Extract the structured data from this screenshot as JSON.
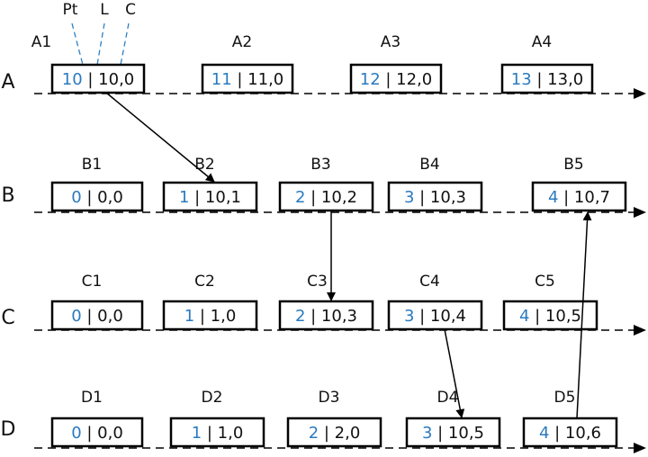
{
  "header": {
    "pt": "Pt",
    "l": "L",
    "c": "C"
  },
  "rows": [
    {
      "label": "A",
      "events": [
        {
          "name": "A1",
          "pt": "10",
          "lc": " | 10,0"
        },
        {
          "name": "A2",
          "pt": "11",
          "lc": " | 11,0"
        },
        {
          "name": "A3",
          "pt": "12",
          "lc": " | 12,0"
        },
        {
          "name": "A4",
          "pt": "13",
          "lc": " | 13,0"
        }
      ]
    },
    {
      "label": "B",
      "events": [
        {
          "name": "B1",
          "pt": "0",
          "lc": " | 0,0"
        },
        {
          "name": "B2",
          "pt": "1",
          "lc": " | 10,1"
        },
        {
          "name": "B3",
          "pt": "2",
          "lc": " | 10,2"
        },
        {
          "name": "B4",
          "pt": "3",
          "lc": " | 10,3"
        },
        {
          "name": "B5",
          "pt": "4",
          "lc": " | 10,7"
        }
      ]
    },
    {
      "label": "C",
      "events": [
        {
          "name": "C1",
          "pt": "0",
          "lc": " | 0,0"
        },
        {
          "name": "C2",
          "pt": "1",
          "lc": " | 1,0"
        },
        {
          "name": "C3",
          "pt": "2",
          "lc": " | 10,3"
        },
        {
          "name": "C4",
          "pt": "3",
          "lc": " | 10,4"
        },
        {
          "name": "C5",
          "pt": "4",
          "lc": " | 10,5"
        }
      ]
    },
    {
      "label": "D",
      "events": [
        {
          "name": "D1",
          "pt": "0",
          "lc": " | 0,0"
        },
        {
          "name": "D2",
          "pt": "1",
          "lc": " | 1,0"
        },
        {
          "name": "D3",
          "pt": "2",
          "lc": " | 2,0"
        },
        {
          "name": "D4",
          "pt": "3",
          "lc": " | 10,5"
        },
        {
          "name": "D5",
          "pt": "4",
          "lc": " | 10,6"
        }
      ]
    }
  ],
  "messages": [
    {
      "from": "A1",
      "to": "B2"
    },
    {
      "from": "B3",
      "to": "C3"
    },
    {
      "from": "C4",
      "to": "D4"
    },
    {
      "from": "D5",
      "to": "B5"
    }
  ],
  "colors": {
    "pt": "#2a7abf",
    "header_lines": "#2f7fc1",
    "line": "#000000"
  }
}
